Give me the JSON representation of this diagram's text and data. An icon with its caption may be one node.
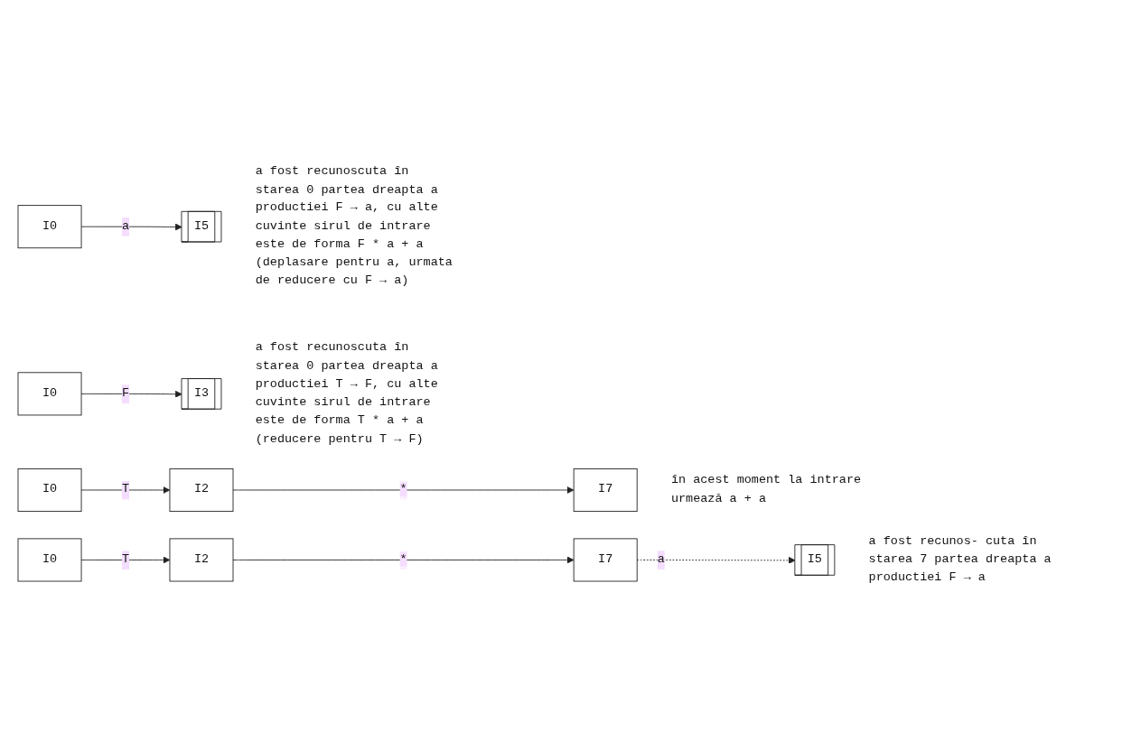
{
  "diagram": {
    "nodes": [
      {
        "text": [
          "I0"
        ]
      },
      {
        "text": [
          "I5"
        ],
        "beside": [
          "a fost recunoscuta în starea 0 partea dreapta a productiei F → a, cu alte cuvinte sirul de intrare este de forma F * a + a (deplasare pentru a, urmata de reducere cu F → a)"
        ]
      },
      {
        "text": [
          "I0"
        ]
      },
      {
        "text": [
          "I3"
        ],
        "beside": [
          "a fost recunoscuta în starea 0 partea dreapta a productiei T → F, cu alte cuvinte sirul de intrare este de forma T * a + a (reducere pentru T → F)"
        ]
      },
      {
        "text": [
          "I0"
        ]
      },
      {
        "text": [
          "I2"
        ]
      },
      {
        "text": [
          "I7"
        ],
        "beside": [
          "în acest moment la intrare urmează a + a"
        ]
      },
      {
        "text": [
          "I0"
        ]
      },
      {
        "text": [
          "I2"
        ]
      },
      {
        "text": [
          "I7"
        ]
      },
      {
        "text": [
          "I5"
        ],
        "beside": [
          "a fost recunos- cuta în starea 7 partea dreapta a productiei F → a"
        ]
      }
    ],
    "edges": [
      {
        "from": 0,
        "to": 1,
        "arrow": "to",
        "label": "a"
      },
      {
        "from": 2,
        "to": 3,
        "arrow": "to",
        "label": "F"
      },
      {
        "from": 4,
        "to": 5,
        "arrow": "to",
        "label": "T"
      },
      {
        "from": 5,
        "to": 6,
        "arrow": "to",
        "label": "*"
      },
      {
        "from": 7,
        "to": 8,
        "arrow": "to",
        "label": "T"
      },
      {
        "from": 8,
        "to": 9,
        "arrow": "to",
        "label": "*"
      },
      {
        "from": 9,
        "to": 10,
        "arrow": "to",
        "label": "a",
        "style": "dashed"
      }
    ]
  }
}
